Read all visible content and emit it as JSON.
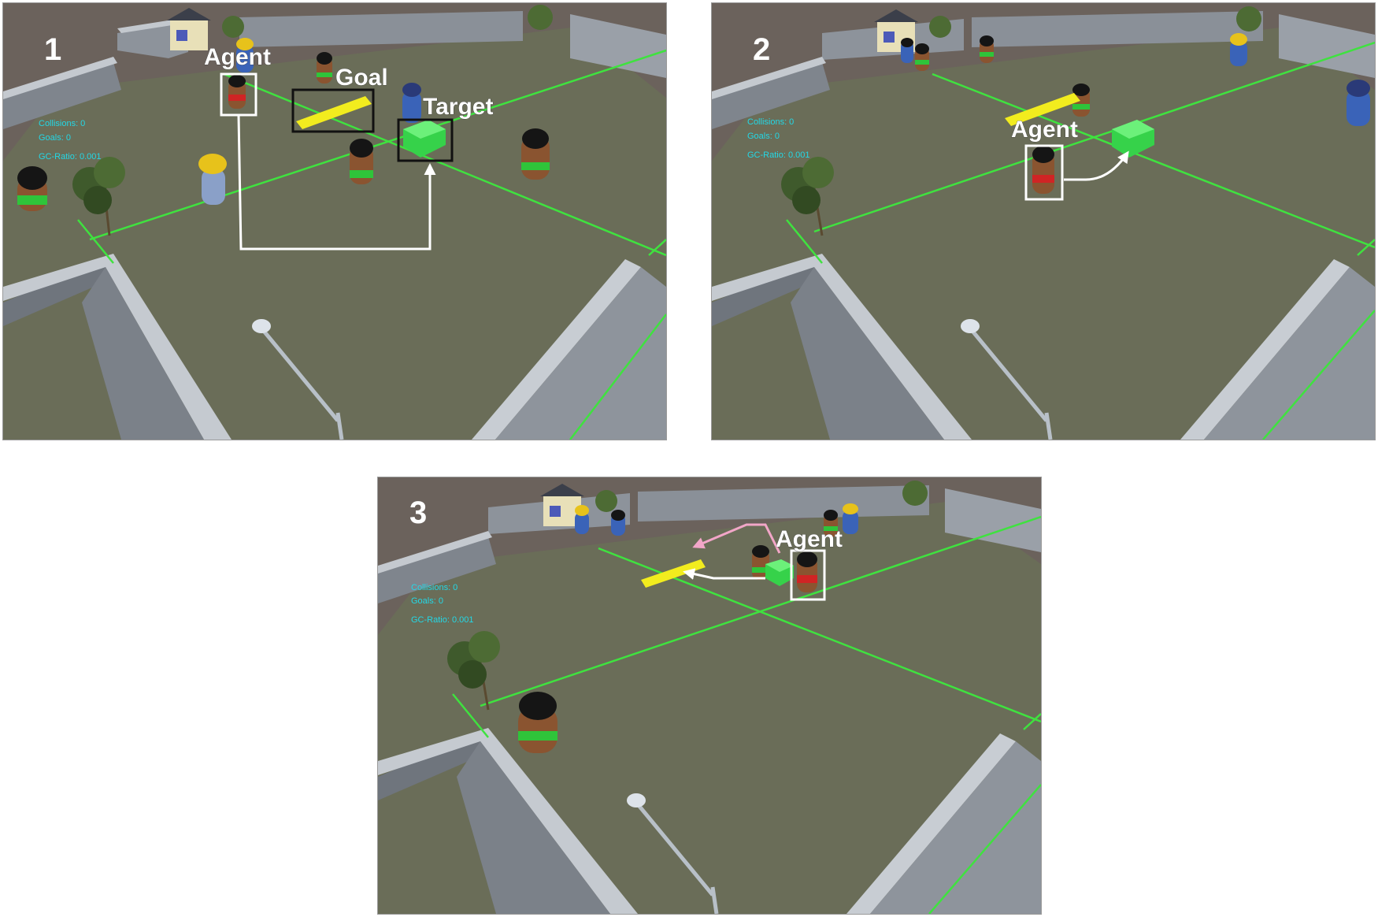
{
  "colors": {
    "ground": "#6a6d58",
    "outside": "#6b625c",
    "wall": "#9da3ab",
    "grid_line": "#3fe23f",
    "goal": "#f2ec1e",
    "target": "#36d24a",
    "hud_text": "#23d8e6",
    "arrow_white": "#ffffff",
    "arrow_pink": "#f2a6c8"
  },
  "panels": [
    {
      "number": "1",
      "labels": {
        "agent": "Agent",
        "goal": "Goal",
        "target": "Target"
      },
      "hud": {
        "collisions": "Collisions: 0",
        "goals": "Goals: 0",
        "gc_ratio": "GC-Ratio: 0.001"
      }
    },
    {
      "number": "2",
      "labels": {
        "agent": "Agent"
      },
      "hud": {
        "collisions": "Collisions: 0",
        "goals": "Goals: 0",
        "gc_ratio": "GC-Ratio: 0.001"
      }
    },
    {
      "number": "3",
      "labels": {
        "agent": "Agent"
      },
      "hud": {
        "collisions": "Collisions: 0",
        "goals": "Goals: 0",
        "gc_ratio": "GC-Ratio: 0.001"
      }
    }
  ]
}
